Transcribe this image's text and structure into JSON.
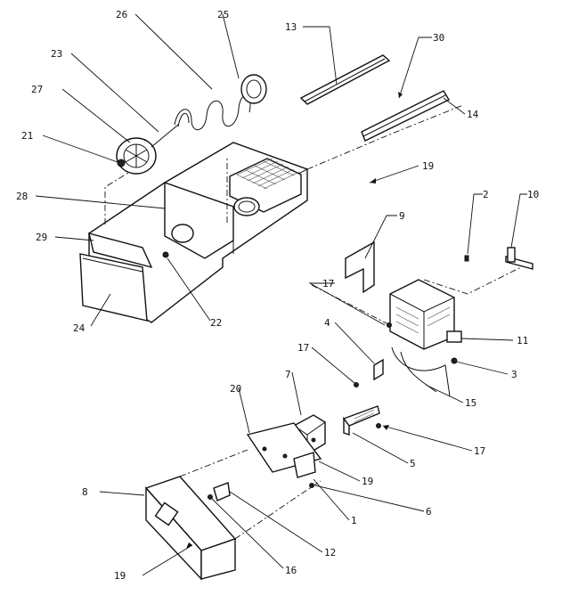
{
  "callouts": {
    "c1": "1",
    "c2": "2",
    "c3": "3",
    "c4": "4",
    "c5": "5",
    "c6": "6",
    "c7": "7",
    "c8": "8",
    "c9": "9",
    "c10": "10",
    "c11": "11",
    "c12": "12",
    "c13": "13",
    "c14": "14",
    "c15": "15",
    "c16": "16",
    "c17a": "17",
    "c17b": "17",
    "c17c": "17",
    "c19a": "19",
    "c19b": "19",
    "c19c": "19",
    "c20": "20",
    "c21": "21",
    "c22": "22",
    "c23": "23",
    "c24": "24",
    "c25": "25",
    "c26": "26",
    "c27": "27",
    "c28": "28",
    "c29": "29",
    "c30": "30"
  }
}
